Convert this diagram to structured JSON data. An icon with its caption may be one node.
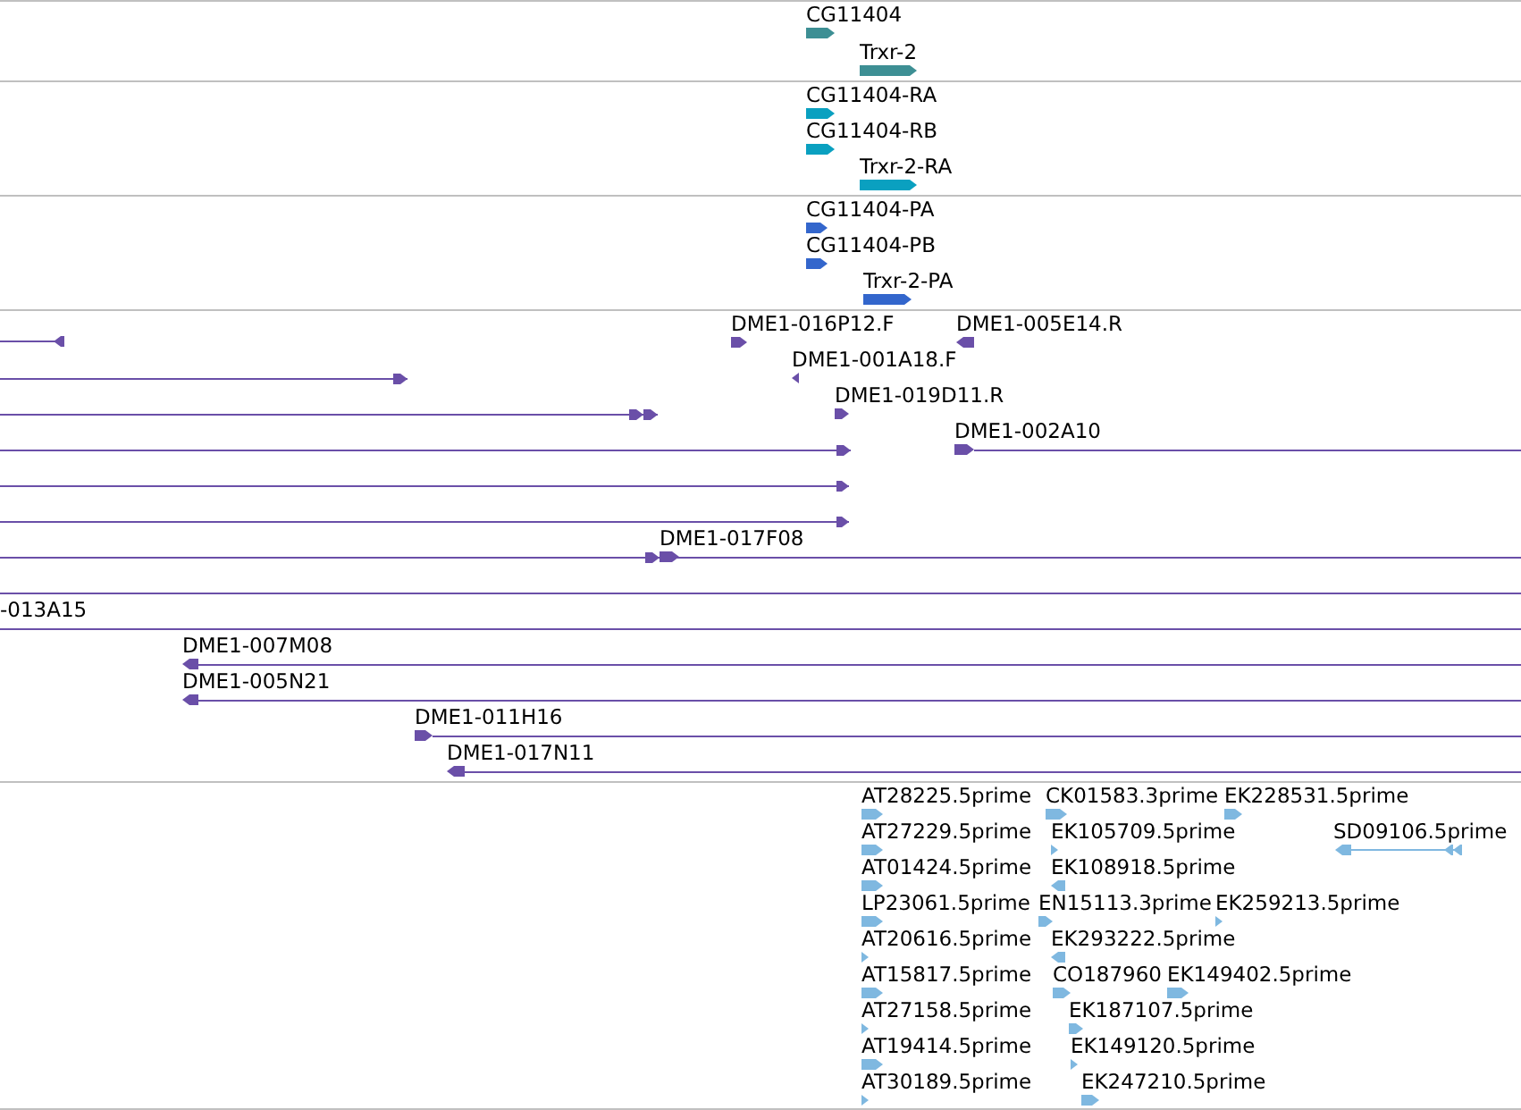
{
  "diagram": {
    "labels": [
      "CG11404",
      "Trxr-2",
      "CG11404-RA",
      "CG11404-RB",
      "Trxr-2-RA",
      "CG11404-PA",
      "CG11404-PB",
      "Trxr-2-PA",
      "DME1-016P12.F",
      "DME1-005E14.R",
      "DME1-001A18.F",
      "DME1-019D11.R",
      "DME1-002A10",
      "DME1-017F08",
      "-013A15",
      "DME1-007M08",
      "DME1-005N21",
      "DME1-011H16",
      "DME1-017N11",
      "AT28225.5prime",
      "CK01583.3prime",
      "EK228531.5prime",
      "AT27229.5prime",
      "EK105709.5prime",
      "SD09106.5prime",
      "AT01424.5prime",
      "EK108918.5prime",
      "LP23061.5prime",
      "EN15113.3prime",
      "EK259213.5prime",
      "AT20616.5prime",
      "EK293222.5prime",
      "AT15817.5prime",
      "CO187960",
      "EK149402.5prime",
      "AT27158.5prime",
      "EK187107.5prime",
      "AT19414.5prime",
      "EK149120.5prime",
      "AT30189.5prime",
      "EK247210.5prime"
    ]
  }
}
